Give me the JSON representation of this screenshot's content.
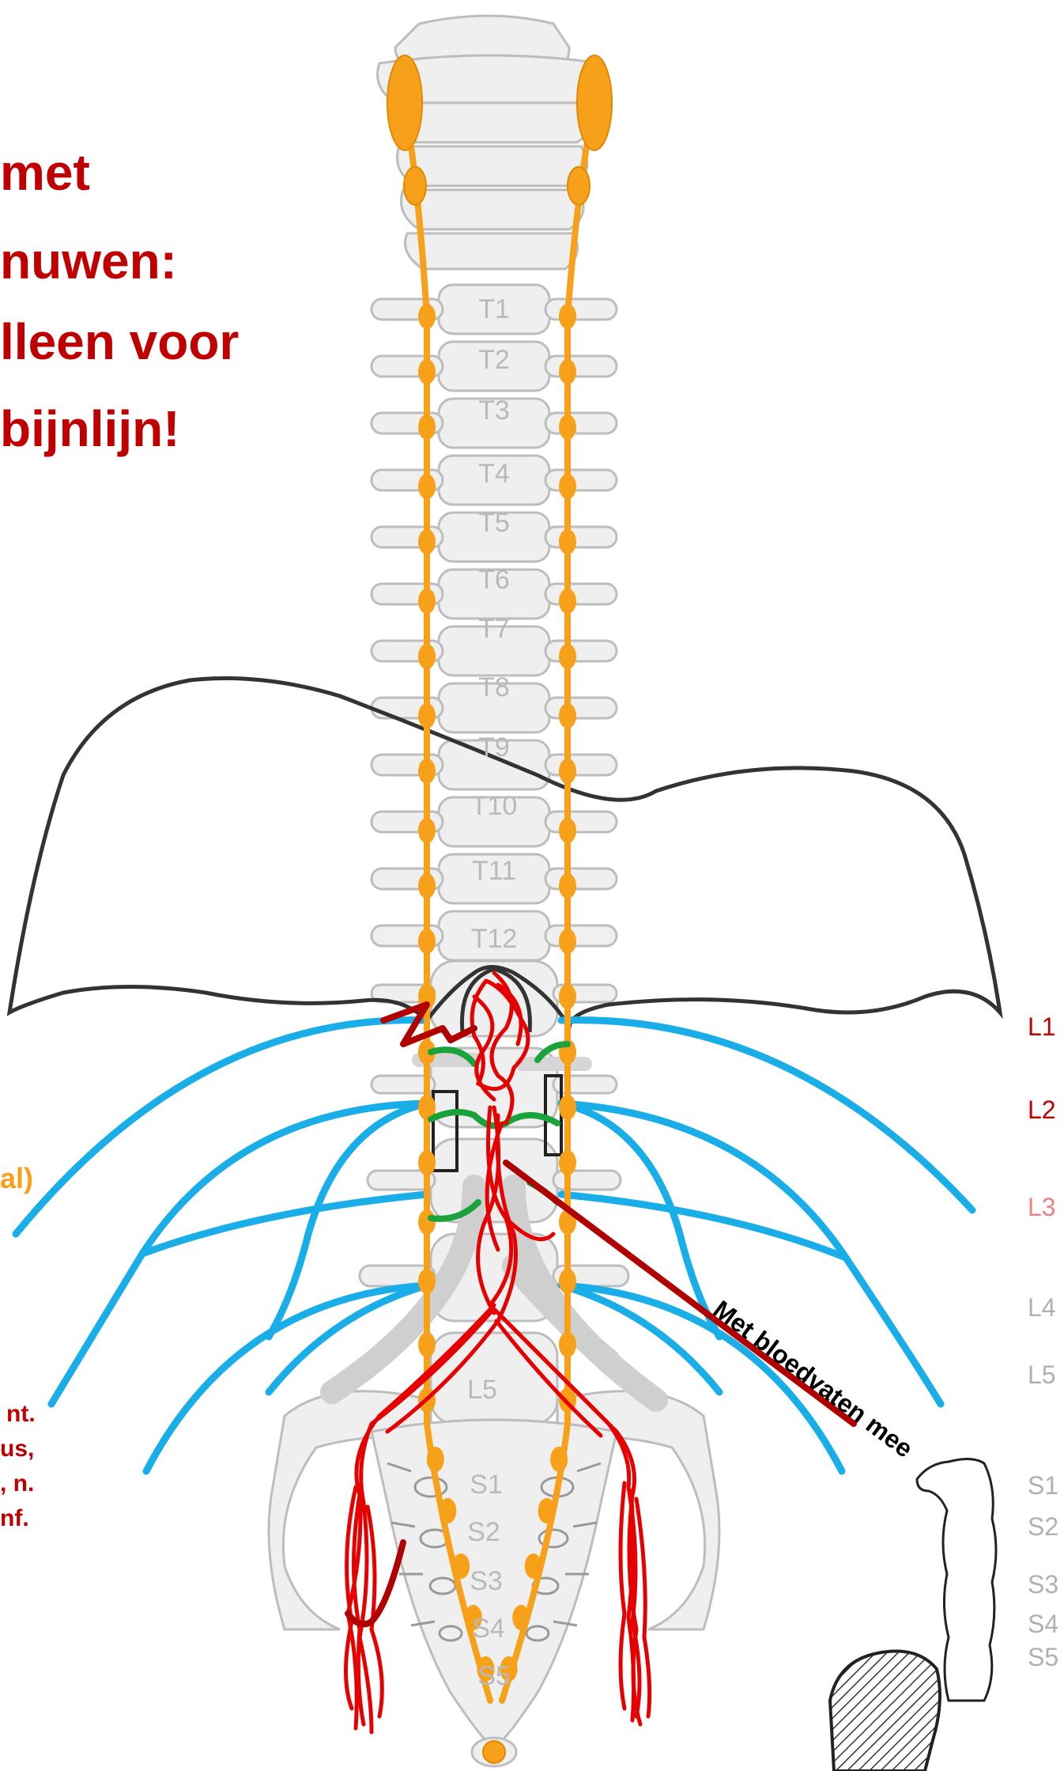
{
  "colors": {
    "background": "#ffffff",
    "bone": "#efefef",
    "bone_outline": "#bdbdbd",
    "sympathetic_trunk": "#f7a11a",
    "nerves_blue": "#1aaee8",
    "arteries_red": "#e60000",
    "dark_red": "#b00000",
    "green": "#1aa33a",
    "outline_black": "#333333",
    "label_red": "#c00000",
    "label_pink": "#f08080",
    "label_grey": "#b0b0b0"
  },
  "headline": {
    "line1": "met",
    "line2": "nuwen:",
    "line3": "lleen voor",
    "line4": "bijnlijn!"
  },
  "left_notes": {
    "orange_fragment": "al)",
    "red_block": [
      "nt.",
      "us,",
      ", n.",
      "nf."
    ]
  },
  "vertebra_labels": [
    "T1",
    "T2",
    "T3",
    "T4",
    "T5",
    "T6",
    "T7",
    "T8",
    "T9",
    "T10",
    "T11",
    "T12",
    "L5",
    "S1",
    "S2",
    "S3",
    "S4",
    "S5"
  ],
  "segment_labels_right": [
    {
      "text": "L1",
      "color": "#c00000"
    },
    {
      "text": "L2",
      "color": "#c00000"
    },
    {
      "text": "L3",
      "color": "#f08080"
    },
    {
      "text": "L4",
      "color": "#b0b0b0"
    },
    {
      "text": "L5",
      "color": "#b0b0b0"
    },
    {
      "text": "S1",
      "color": "#b0b0b0"
    },
    {
      "text": "S2",
      "color": "#b0b0b0"
    },
    {
      "text": "S3",
      "color": "#b0b0b0"
    },
    {
      "text": "S4",
      "color": "#b0b0b0"
    },
    {
      "text": "S5",
      "color": "#b0b0b0"
    }
  ],
  "annotation": "Met bloedvaten mee",
  "icons": {
    "colon": "colon-icon",
    "rectum": "rectum-icon",
    "diaphragm": "diaphragm-outline"
  }
}
